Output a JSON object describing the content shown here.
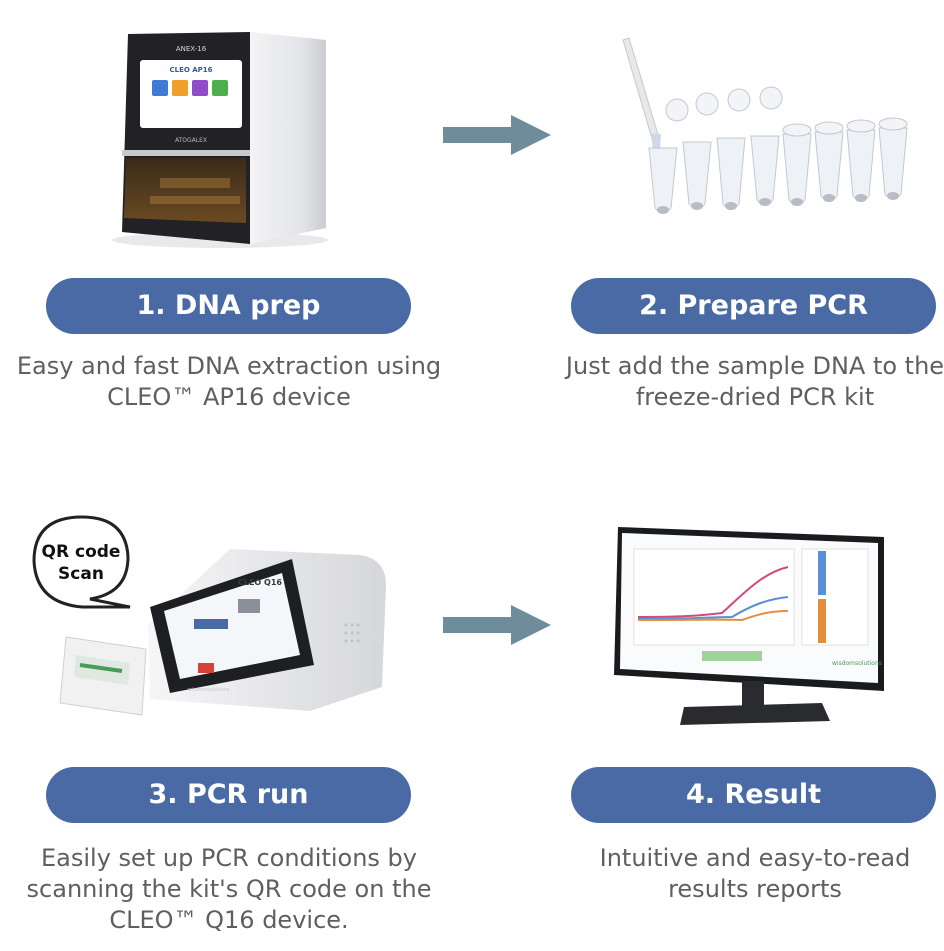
{
  "steps": [
    {
      "title": "1. DNA prep",
      "desc_lines": [
        "Easy and fast DNA extraction using",
        "CLEO™ AP16 device"
      ]
    },
    {
      "title": "2. Prepare PCR",
      "desc_lines": [
        "Just add the sample DNA to the",
        "freeze-dried PCR kit"
      ]
    },
    {
      "title": "3. PCR run",
      "desc_lines": [
        "Easily set up PCR conditions by",
        "scanning the kit's QR code on the",
        "CLEO™ Q16 device."
      ]
    },
    {
      "title": "4. Result",
      "desc_lines": [
        "Intuitive and easy-to-read",
        "results reports"
      ]
    }
  ],
  "device1": {
    "top_label": "ANEX-16",
    "screen_title": "CLEO AP16",
    "brand": "ATOGALEX"
  },
  "device3": {
    "screen_title": "CLEO Q16",
    "brand": "wisdomsolutions"
  },
  "bubble": {
    "line1": "QR code",
    "line2": "Scan"
  },
  "monitor": {
    "brand": "wisdomsolutions"
  },
  "colors": {
    "pill": "#4a6aa5",
    "arrow": "#6e8c99",
    "desc_text": "#5f5f5f"
  },
  "icons": [
    "arrow-right-icon"
  ]
}
